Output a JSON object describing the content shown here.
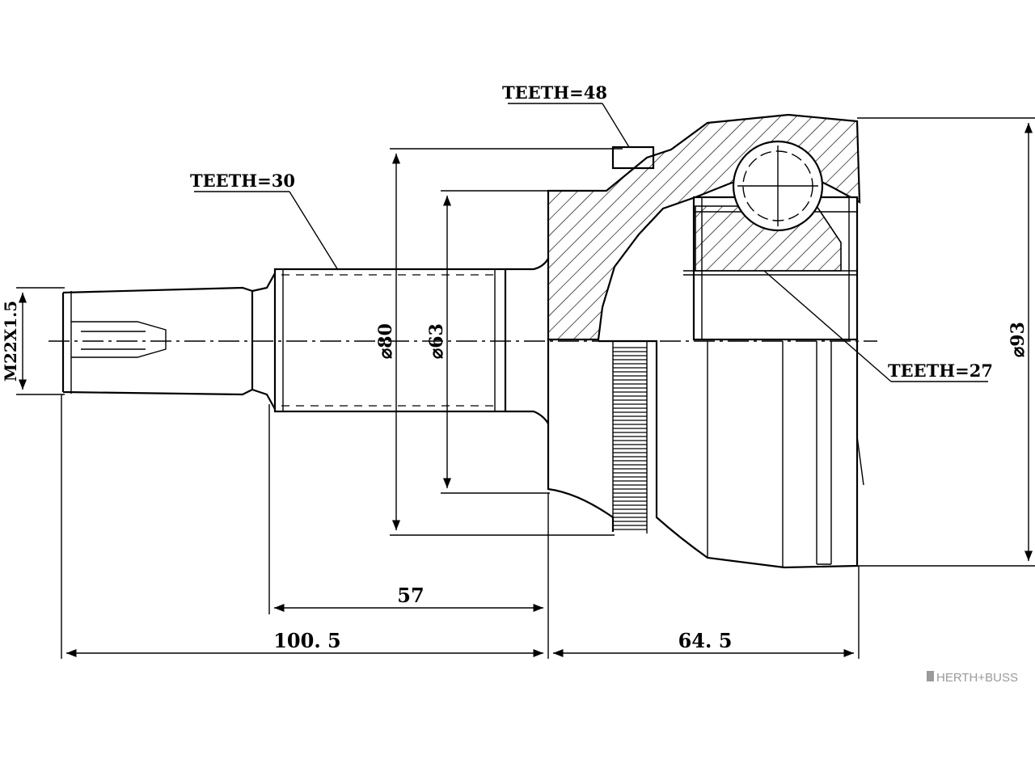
{
  "labels": {
    "teeth_48": "TEETH=48",
    "teeth_30": "TEETH=30",
    "teeth_27": "TEETH=27",
    "thread": "M22X1.5",
    "dia_80": "⌀80",
    "dia_63": "⌀63",
    "dia_93": "⌀93",
    "dim_57": "57",
    "dim_100_5": "100. 5",
    "dim_64_5": "64. 5"
  },
  "brand": {
    "name": "HERTH+BUSS"
  },
  "colors": {
    "line": "#000000",
    "brand": "#9a9a9a",
    "background": "#ffffff"
  }
}
